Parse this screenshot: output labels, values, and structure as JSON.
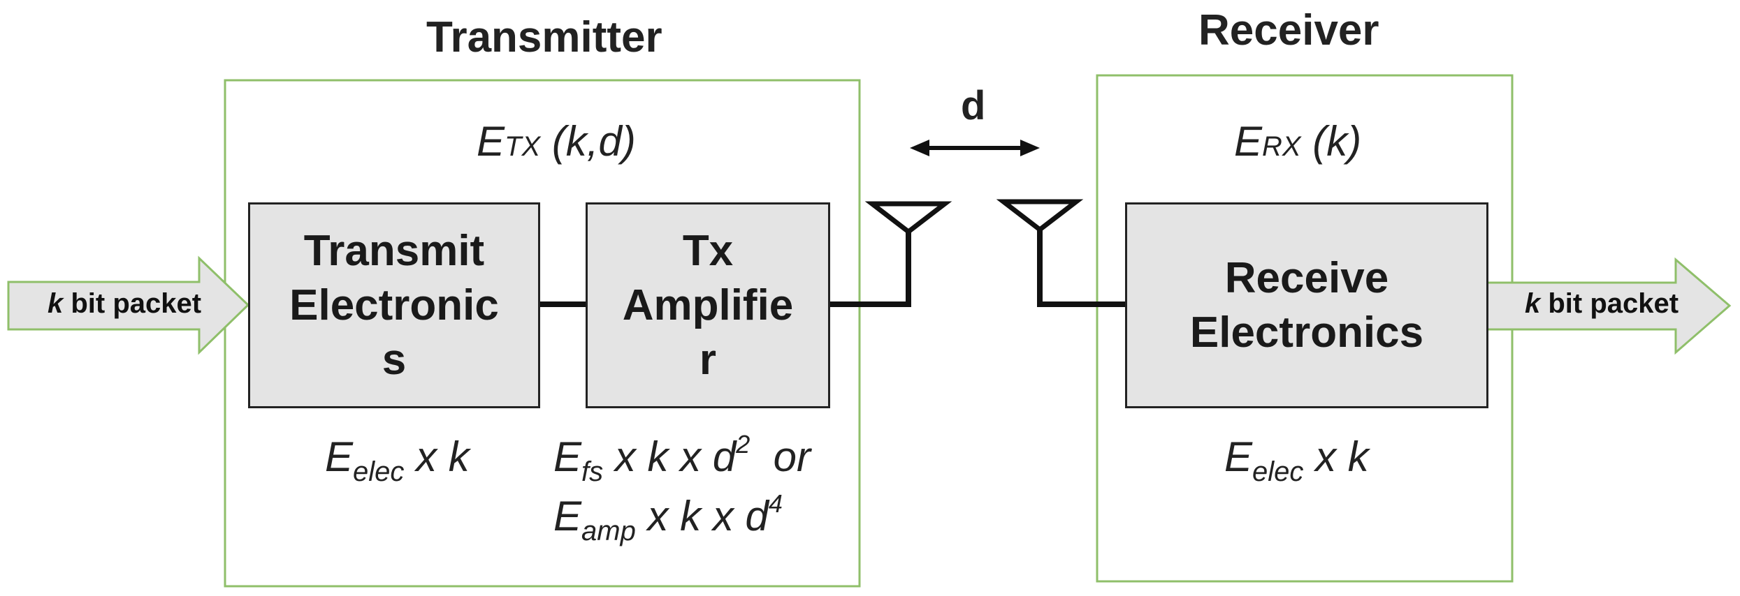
{
  "transmitter": {
    "title": "Transmitter",
    "energy_main": "E",
    "energy_sub": "TX",
    "energy_args": "(k,d)",
    "block_transmit": [
      "Transmit",
      "Electronic",
      "s"
    ],
    "block_amp": [
      "Tx",
      "Amplifie",
      "r"
    ],
    "elec_formula": {
      "e": "E",
      "sub": "elec",
      "rest": "x k"
    },
    "fs_formula": {
      "e": "E",
      "sub": "fs",
      "rest": "x k x d",
      "exp": "2",
      "tail": "or"
    },
    "amp_formula": {
      "e": "E",
      "sub": "amp",
      "rest": "x k x d",
      "exp": "4"
    }
  },
  "receiver": {
    "title": "Receiver",
    "energy_main": "E",
    "energy_sub": "RX",
    "energy_args": "(k)",
    "block_receive": [
      "Receive",
      "Electronics"
    ],
    "elec_formula": {
      "e": "E",
      "sub": "elec",
      "rest": "x k"
    }
  },
  "distance_label": "d",
  "input_packet": {
    "k": "k",
    "text": "bit packet"
  },
  "output_packet": {
    "k": "k",
    "text": "bit packet"
  },
  "colors": {
    "frame": "#8fbf6a",
    "arrow_fill": "#e4e4e4",
    "arrow_stroke": "#8fbf6a",
    "block_fill": "#e4e4e4",
    "line": "#111111"
  }
}
